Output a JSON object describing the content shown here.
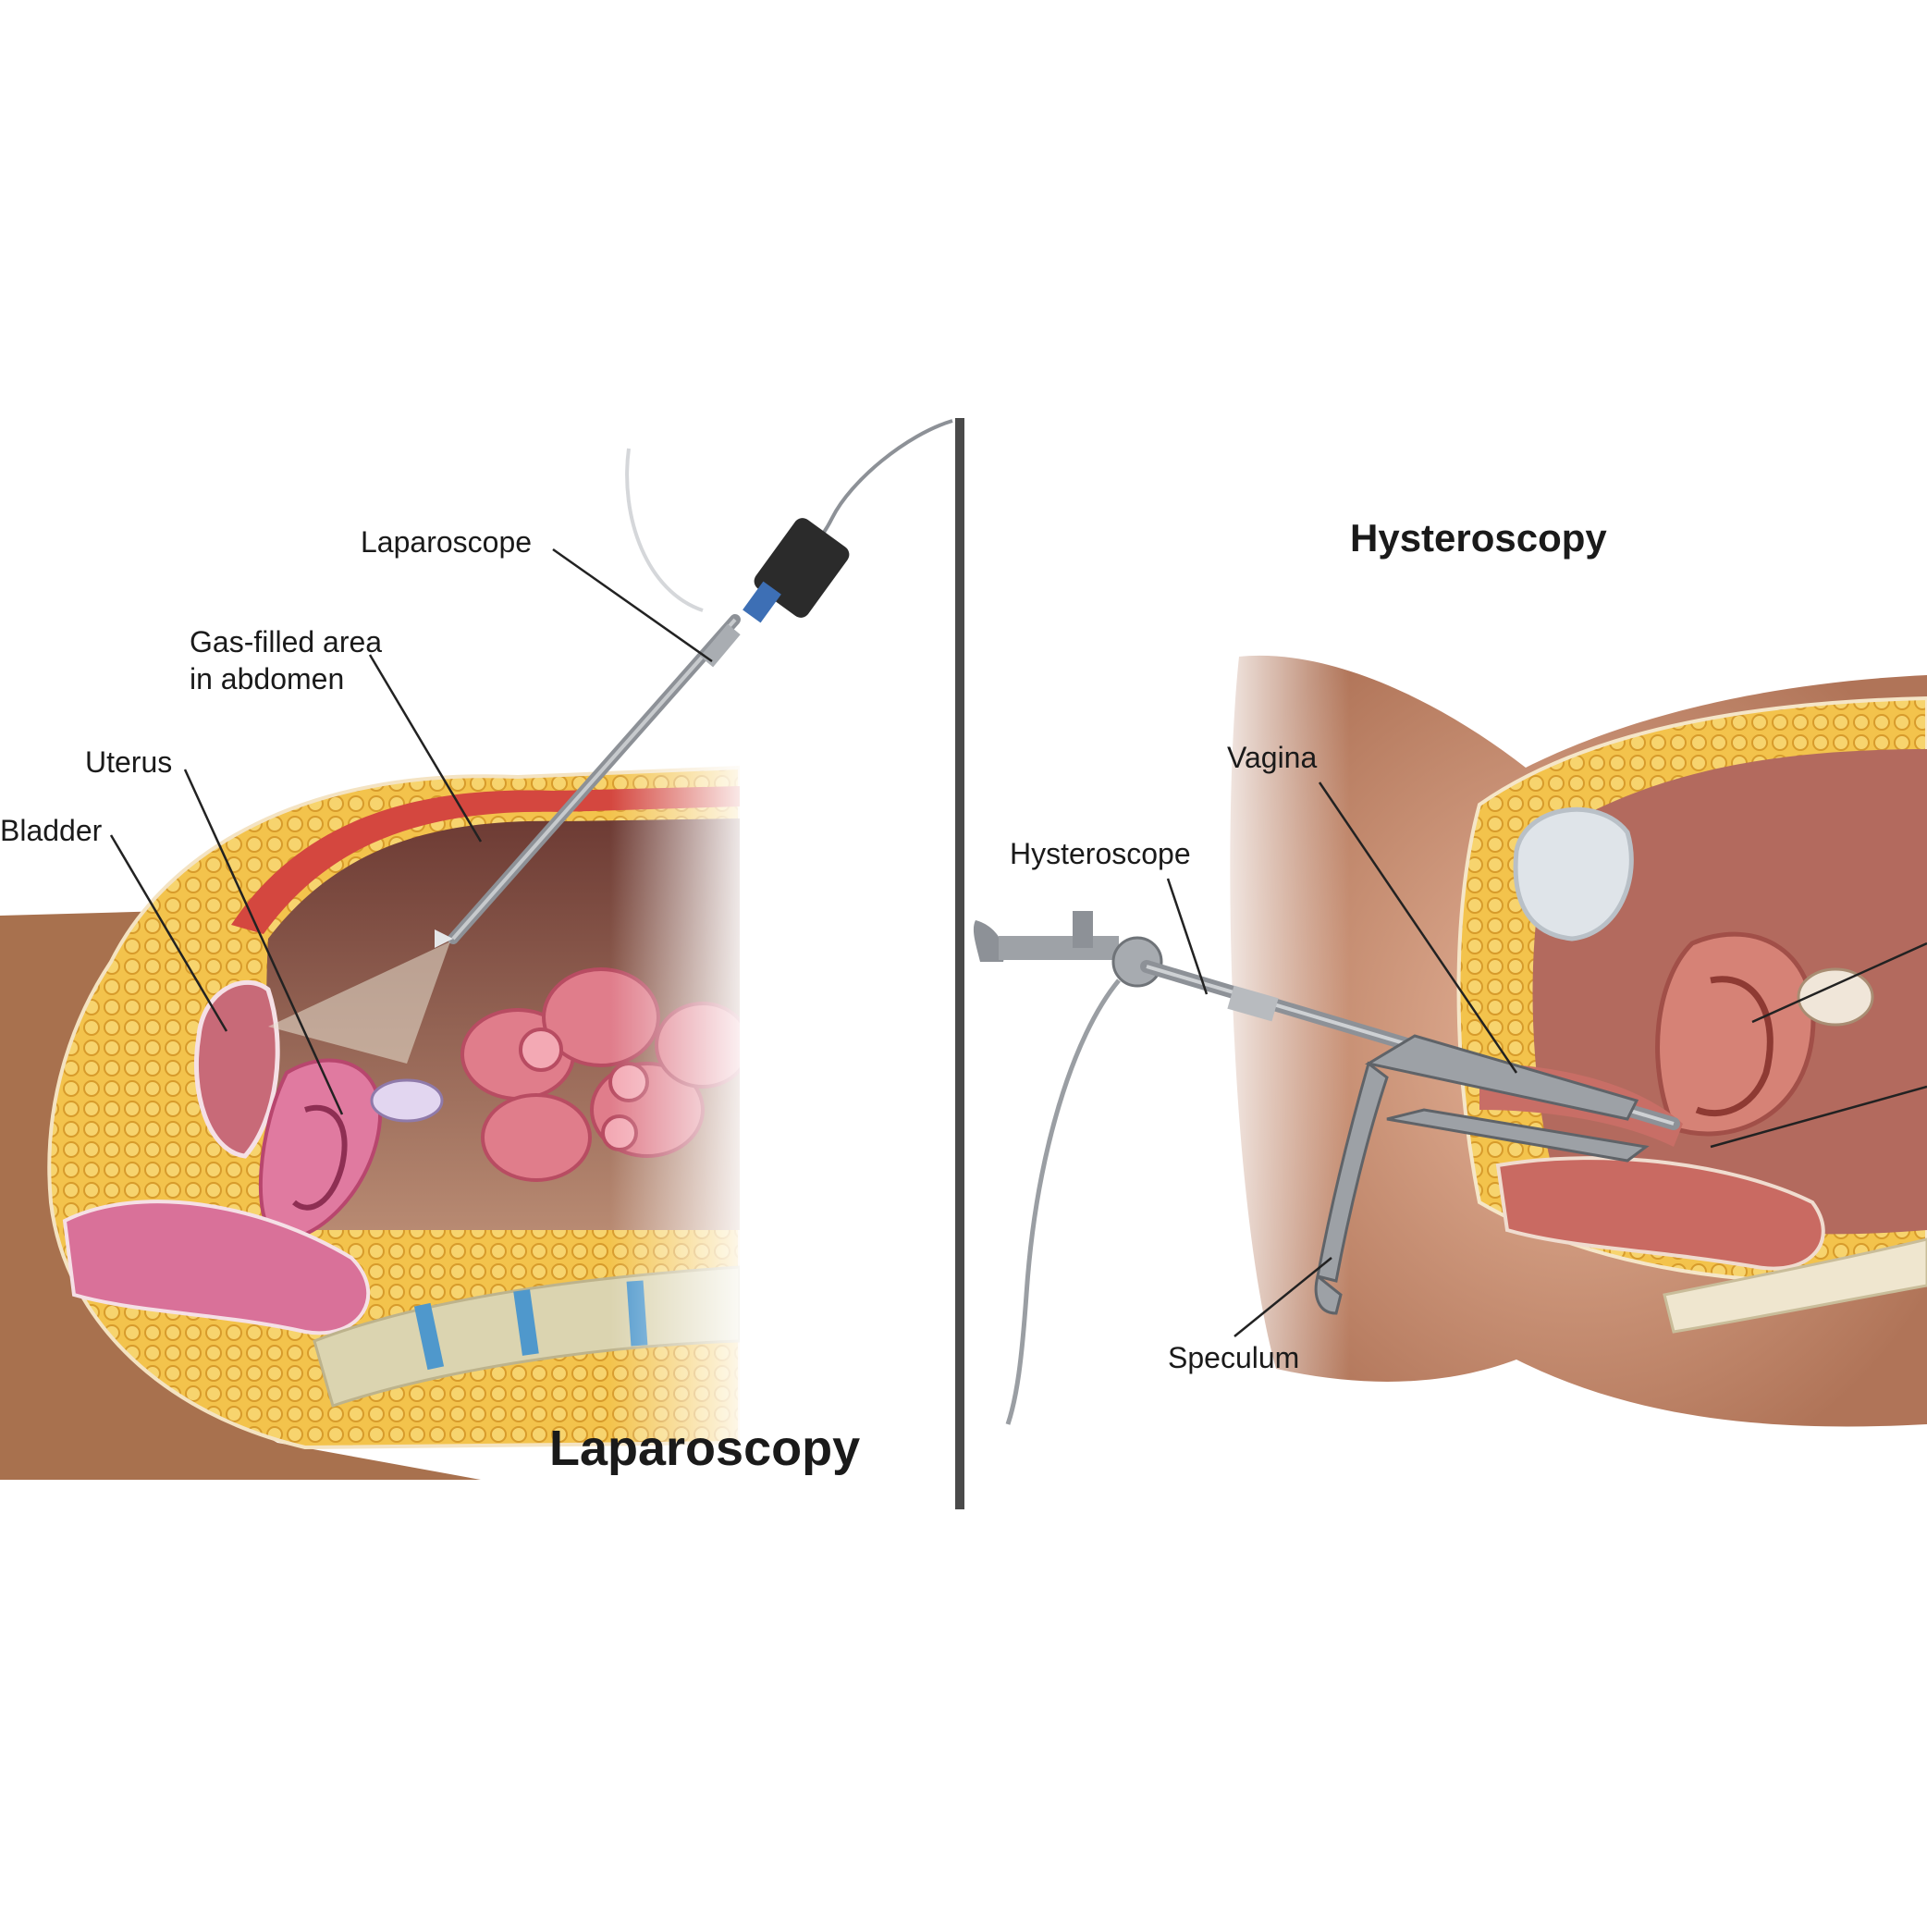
{
  "panels": {
    "left": {
      "title": "Laparoscopy",
      "labels": {
        "laparoscope": "Laparoscope",
        "gas_line1": "Gas-filled area",
        "gas_line2": "in abdomen",
        "uterus": "Uterus",
        "bladder": "Bladder"
      }
    },
    "right": {
      "title": "Hysteroscopy",
      "labels": {
        "hysteroscope": "Hysteroscope",
        "vagina": "Vagina",
        "speculum": "Speculum"
      }
    }
  },
  "colors": {
    "skin": "#b27a53",
    "fat": "#f1c24b",
    "muscle": "#d9534f",
    "organ": "#d86a8c",
    "bowel": "#e27a8c",
    "bone": "#dcd6b8",
    "disc": "#5a9fd0",
    "instrument": "#8d9197",
    "divider": "#4a4a4a"
  }
}
